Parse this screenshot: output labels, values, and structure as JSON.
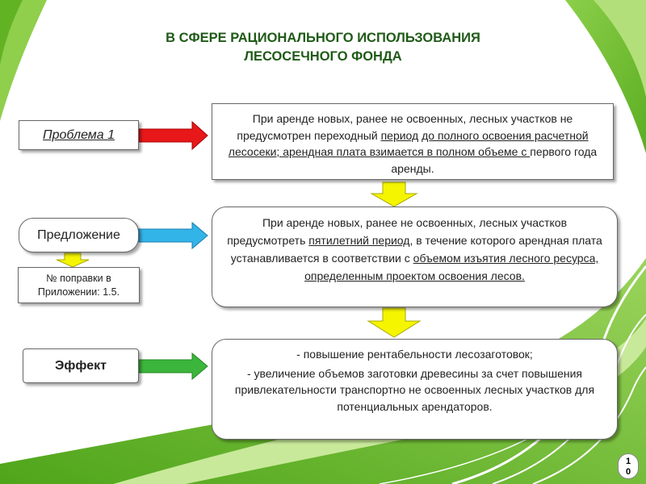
{
  "title": {
    "line1": "В СФЕРЕ РАЦИОНАЛЬНОГО ИСПОЛЬЗОВАНИЯ",
    "line2": "ЛЕСОСЕЧНОГО ФОНДА"
  },
  "problem": {
    "label": "Проблема 1",
    "text_part1": "При аренде новых, ранее не освоенных,  лесных участков не предусмотрен переходный ",
    "text_u1": "период",
    "text_part2": " ",
    "text_u2": "до полного освоения расчетной лесосеки; арендная плата взимается в полном объеме с ",
    "text_part3": " первого года аренды."
  },
  "proposal": {
    "label": "Предложение",
    "text_part1": "При аренде новых, ранее не освоенных,  лесных участков предусмотреть ",
    "text_u1": "пятилетний период",
    "text_part2": ", в течение которого арендная плата устанавливается в соответствии с ",
    "text_u2": "объемом изъятия лесного ресурса, определенным проектом освоения лесов."
  },
  "amendment": {
    "text": "№ поправки в Приложении: 1.5."
  },
  "effect": {
    "label": "Эффект",
    "item1": "- повышение рентабельности лесозаготовок;",
    "item2": "- увеличение объемов заготовки древесины за счет повышения привлекательности транспортно не освоенных лесных участков для потенциальных арендаторов."
  },
  "page_number": {
    "digit1": "1",
    "digit2": "0"
  },
  "colors": {
    "title": "#1f5a17",
    "arrow_problem": "#e8181a",
    "arrow_proposal": "#33b4e8",
    "arrow_effect": "#3cb53c",
    "arrow_down": "#f5f500",
    "bg_green_dark": "#6abf2a",
    "bg_green_light": "#a8d86a"
  }
}
